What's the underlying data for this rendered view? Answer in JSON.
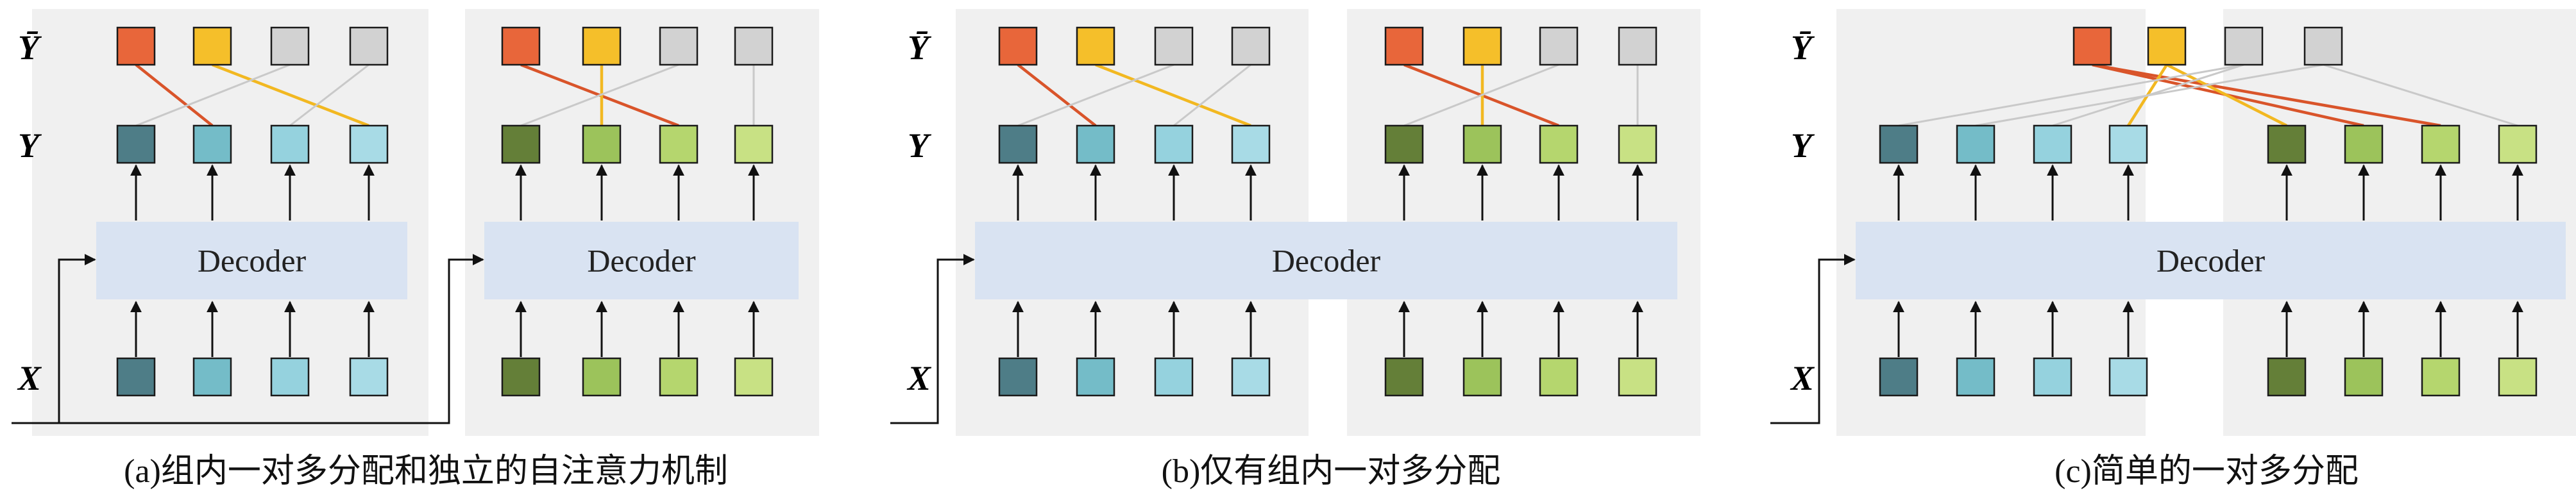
{
  "rows": {
    "ybar": "Ȳ",
    "y": "Y",
    "x": "X"
  },
  "decoder_label": "Decoder",
  "captions": {
    "a": "(a)组内一对多分配和独立的自注意力机制",
    "b": "(b)仅有组内一对多分配",
    "c": "(c)简单的一对多分配"
  },
  "colors": {
    "group1": [
      "#4e7d87",
      "#74bcc8",
      "#95d2de",
      "#a8dbe6"
    ],
    "group2": [
      "#647f38",
      "#9cc35b",
      "#b5d66e",
      "#c8e184"
    ],
    "pred_red": "#e8663a",
    "pred_yellow": "#f5bf2a",
    "pred_gray": "#d2d2d2",
    "match_red": "#d9542a",
    "match_yellow": "#f2b821",
    "match_gray": "#c9c9c9",
    "panel_bg": "#f0f0f0",
    "decoder_bg": "#d9e3f2"
  },
  "panels": [
    {
      "id": "a",
      "groups": 2,
      "decoder": "separate",
      "matches": [
        {
          "group": 0,
          "pred": 0,
          "target": 1,
          "color": "red"
        },
        {
          "group": 0,
          "pred": 1,
          "target": 3,
          "color": "yellow"
        },
        {
          "group": 0,
          "pred": 2,
          "target": 0,
          "color": "gray"
        },
        {
          "group": 0,
          "pred": 3,
          "target": 2,
          "color": "gray"
        },
        {
          "group": 1,
          "pred": 0,
          "target": 2,
          "color": "red"
        },
        {
          "group": 1,
          "pred": 1,
          "target": 1,
          "color": "yellow"
        },
        {
          "group": 1,
          "pred": 2,
          "target": 0,
          "color": "gray"
        },
        {
          "group": 1,
          "pred": 3,
          "target": 3,
          "color": "gray"
        }
      ]
    },
    {
      "id": "b",
      "groups": 2,
      "decoder": "shared",
      "matches": [
        {
          "group": 0,
          "pred": 0,
          "target": 1,
          "color": "red"
        },
        {
          "group": 0,
          "pred": 1,
          "target": 3,
          "color": "yellow"
        },
        {
          "group": 0,
          "pred": 2,
          "target": 0,
          "color": "gray"
        },
        {
          "group": 0,
          "pred": 3,
          "target": 2,
          "color": "gray"
        },
        {
          "group": 1,
          "pred": 0,
          "target": 2,
          "color": "red"
        },
        {
          "group": 1,
          "pred": 1,
          "target": 1,
          "color": "yellow"
        },
        {
          "group": 1,
          "pred": 2,
          "target": 0,
          "color": "gray"
        },
        {
          "group": 1,
          "pred": 3,
          "target": 3,
          "color": "gray"
        }
      ]
    },
    {
      "id": "c",
      "groups": 1,
      "decoder": "shared",
      "matches": [
        {
          "pred": 0,
          "target": 5,
          "color": "red"
        },
        {
          "pred": 0,
          "target": 6,
          "color": "red"
        },
        {
          "pred": 1,
          "target": 3,
          "color": "yellow"
        },
        {
          "pred": 1,
          "target": 4,
          "color": "yellow"
        },
        {
          "pred": 2,
          "target": 0,
          "color": "gray"
        },
        {
          "pred": 2,
          "target": 2,
          "color": "gray"
        },
        {
          "pred": 3,
          "target": 1,
          "color": "gray"
        },
        {
          "pred": 3,
          "target": 7,
          "color": "gray"
        }
      ]
    }
  ]
}
